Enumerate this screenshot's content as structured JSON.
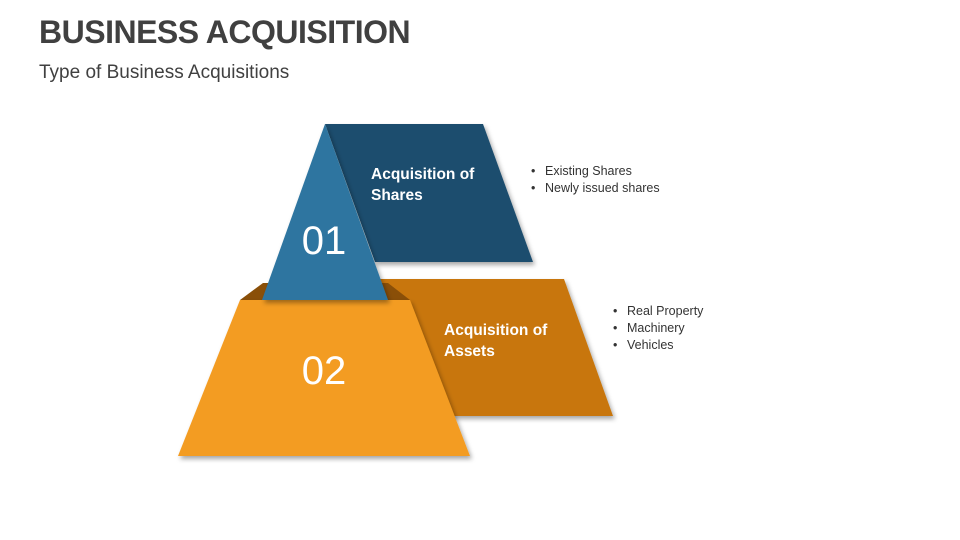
{
  "header": {
    "title": "BUSINESS ACQUISITION",
    "subtitle": "Type of Business Acquisitions"
  },
  "colors": {
    "step1_panel": "#1f4e6e",
    "step1_triangle": "#2e75a0",
    "step2_panel": "#c8760b",
    "step2_trapezoid": "#f39c24",
    "step2_shadow": "#8a4f08",
    "text_dark": "#404040"
  },
  "steps": [
    {
      "number": "01",
      "title_line1": "Acquisition of",
      "title_line2": "Shares",
      "bullets": [
        "Existing Shares",
        "Newly issued shares"
      ]
    },
    {
      "number": "02",
      "title_line1": "Acquisition of",
      "title_line2": "Assets",
      "bullets": [
        "Real Property",
        "Machinery",
        "Vehicles"
      ]
    }
  ]
}
